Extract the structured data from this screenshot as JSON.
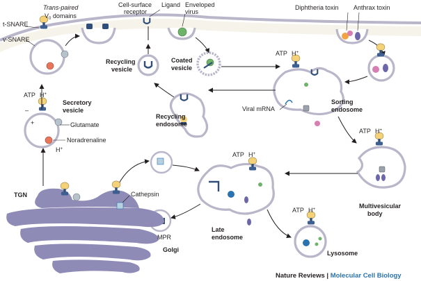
{
  "labels": {
    "t_snare": "t-SNARE",
    "v_snare": "v-SNARE",
    "trans_paired": "Trans-paired",
    "v0_domains_prefix": "V",
    "v0_domains_sub": "0",
    "v0_domains_suffix": " domains",
    "cell_surface_receptor_1": "Cell-surface",
    "cell_surface_receptor_2": "receptor",
    "ligand": "Ligand",
    "enveloped_virus_1": "Enveloped",
    "enveloped_virus_2": "virus",
    "diphtheria_toxin": "Diphtheria toxin",
    "anthrax_toxin": "Anthrax toxin",
    "recycling_vesicle_1": "Recycling",
    "recycling_vesicle_2": "vesicle",
    "coated_vesicle_1": "Coated",
    "coated_vesicle_2": "vesicle",
    "atp": "ATP",
    "h_plus": "H",
    "plus": "+",
    "minus": "–",
    "secretory_vesicle_1": "Secretory",
    "secretory_vesicle_2": "vesicle",
    "glutamate": "Glutamate",
    "noradrenaline": "Noradrenaline",
    "viral_mrna": "Viral mRNA",
    "sorting_endosome_1": "Sorting",
    "sorting_endosome_2": "endosome",
    "recycling_endosome_1": "Recycling",
    "recycling_endosome_2": "endosome",
    "tgn": "TGN",
    "cathepsin": "Cathepsin",
    "mpr": "MPR",
    "golgi": "Golgi",
    "late_endosome_1": "Late",
    "late_endosome_2": "endosome",
    "multivesicular_1": "Multivesicular",
    "multivesicular_2": "body",
    "lysosome": "Lysosome"
  },
  "footer": {
    "journal": "Nature Reviews",
    "separator": " | ",
    "section": "Molecular Cell Biology"
  },
  "colors": {
    "membrane": "#b9b6c9",
    "cytoplasm_surface": "#efe9d8",
    "golgi": "#8e8bb6",
    "v_atpase_head": "#f4d27a",
    "v_atpase_stalk": "#2f4e7a",
    "receptor": "#2f4e7a",
    "virus": "#6fb36a",
    "toxin_pink": "#d77fb3",
    "toxin_orange": "#f2a444",
    "glutamate": "#b7c3cc",
    "noradrenaline": "#e9765b",
    "footer_journal": "#231f20",
    "footer_section": "#2a72b0"
  }
}
